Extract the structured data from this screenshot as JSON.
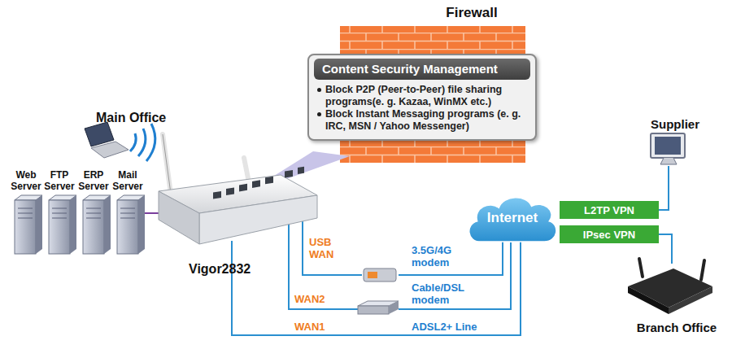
{
  "diagram": {
    "nodes": [
      {
        "text": [
          "Content Security Management",
          "Block P2P (Peer-to-Peer) file sharing programs(e. g. Kazaa, WinMX etc.)",
          "Block Instant Messaging programs (e. g. IRC, MSN / Yahoo Messenger)"
        ]
      },
      {
        "text": [
          "Internet"
        ]
      },
      {
        "text": [
          "L2TP VPN"
        ]
      },
      {
        "text": [
          "IPsec VPN"
        ]
      }
    ],
    "labels": [
      "Firewall",
      "Main Office",
      "Web Server",
      "FTP Server",
      "ERP Server",
      "Mail Server",
      "Vigor2832",
      "USB WAN",
      "3.5G/4G modem",
      "WAN2",
      "Cable/DSL modem",
      "WAN1",
      "ADSL2+ Line",
      "Supplier",
      "Branch Office"
    ]
  }
}
